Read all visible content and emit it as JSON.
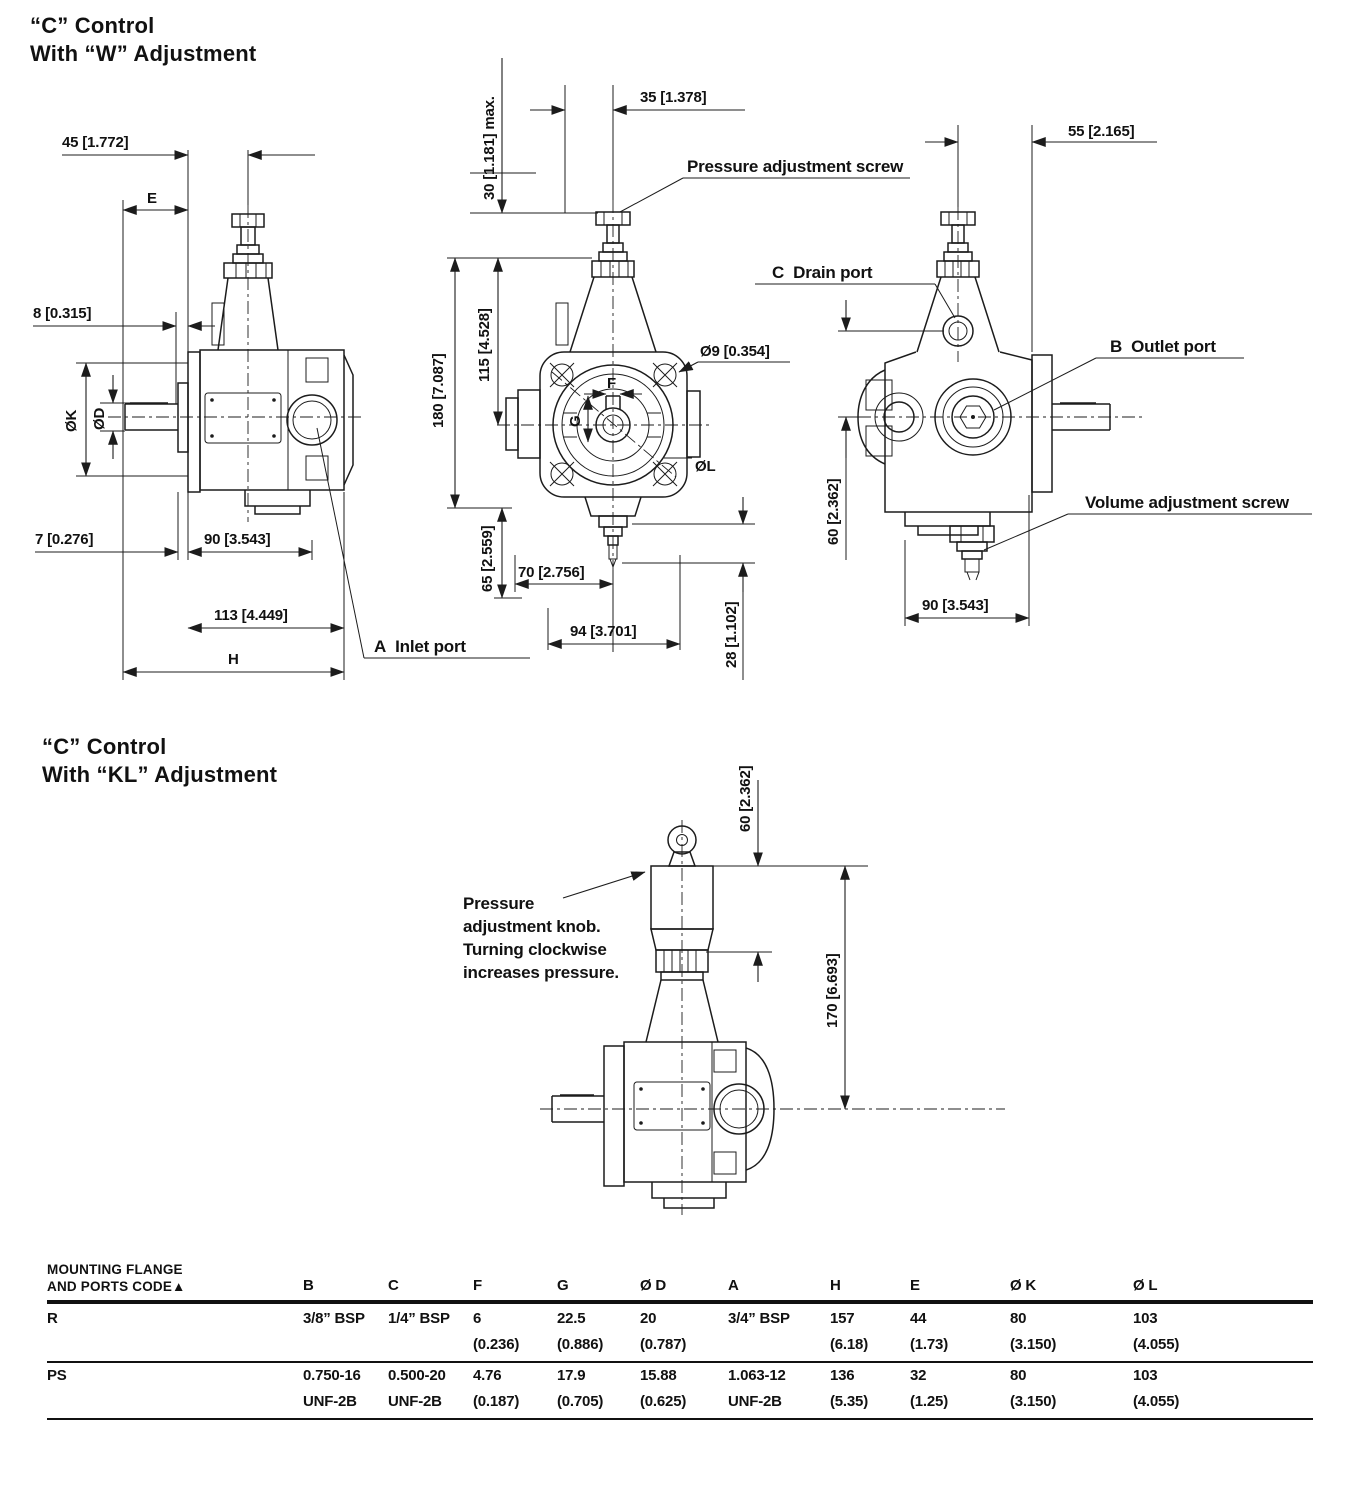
{
  "w_section": {
    "title_line1": "“C” Control",
    "title_line2": "With “W” Adjustment",
    "labels": {
      "pressure_adjustment_screw": "Pressure adjustment screw",
      "c_drain_port": "C  Drain port",
      "b_outlet_port": "B  Outlet port",
      "volume_adjustment_screw": "Volume adjustment screw",
      "a_inlet_port": "A  Inlet port"
    },
    "dims": {
      "d45": "45 [1.772]",
      "dE": "E",
      "d8": "8 [0.315]",
      "dOK": "ØK",
      "dOD": "ØD",
      "d7": "7 [0.276]",
      "d90_left": "90 [3.543]",
      "d113": "113 [4.449]",
      "dH": "H",
      "d35": "35 [1.378]",
      "d30": "30 [1.181] max.",
      "d180": "180 [7.087]",
      "d115": "115 [4.528]",
      "dO9": "Ø9 [0.354]",
      "dF": "F",
      "dG": "G",
      "dOL": "ØL",
      "d65": "65 [2.559]",
      "d70": "70 [2.756]",
      "d94": "94 [3.701]",
      "d28": "28 [1.102]",
      "d55": "55 [2.165]",
      "d60": "60 [2.362]",
      "d90_right": "90 [3.543]"
    }
  },
  "kl_section": {
    "title_line1": "“C” Control",
    "title_line2": "With “KL” Adjustment",
    "note_line1": "Pressure",
    "note_line2": "adjustment knob.",
    "note_line3": "Turning clockwise",
    "note_line4": "increases pressure.",
    "dims": {
      "d60": "60 [2.362]",
      "d170": "170 [6.693]"
    }
  },
  "table": {
    "header_line1": "MOUNTING FLANGE",
    "header_line2": "AND PORTS CODE▲",
    "columns": [
      "B",
      "C",
      "F",
      "G",
      "Ø D",
      "A",
      "H",
      "E",
      "Ø K",
      "Ø L"
    ],
    "rows": [
      {
        "code": "R",
        "cells": [
          [
            "3/8” BSP",
            ""
          ],
          [
            "1/4” BSP",
            ""
          ],
          [
            "6",
            "(0.236)"
          ],
          [
            "22.5",
            "(0.886)"
          ],
          [
            "20",
            "(0.787)"
          ],
          [
            "3/4” BSP",
            ""
          ],
          [
            "157",
            "(6.18)"
          ],
          [
            "44",
            "(1.73)"
          ],
          [
            "80",
            "(3.150)"
          ],
          [
            "103",
            "(4.055)"
          ]
        ]
      },
      {
        "code": "PS",
        "cells": [
          [
            "0.750-16",
            "UNF-2B"
          ],
          [
            "0.500-20",
            "UNF-2B"
          ],
          [
            "4.76",
            "(0.187)"
          ],
          [
            "17.9",
            "(0.705)"
          ],
          [
            "15.88",
            "(0.625)"
          ],
          [
            "1.063-12",
            "UNF-2B"
          ],
          [
            "136",
            "(5.35)"
          ],
          [
            "32",
            "(1.25)"
          ],
          [
            "80",
            "(3.150)"
          ],
          [
            "103",
            "(4.055)"
          ]
        ]
      }
    ]
  }
}
